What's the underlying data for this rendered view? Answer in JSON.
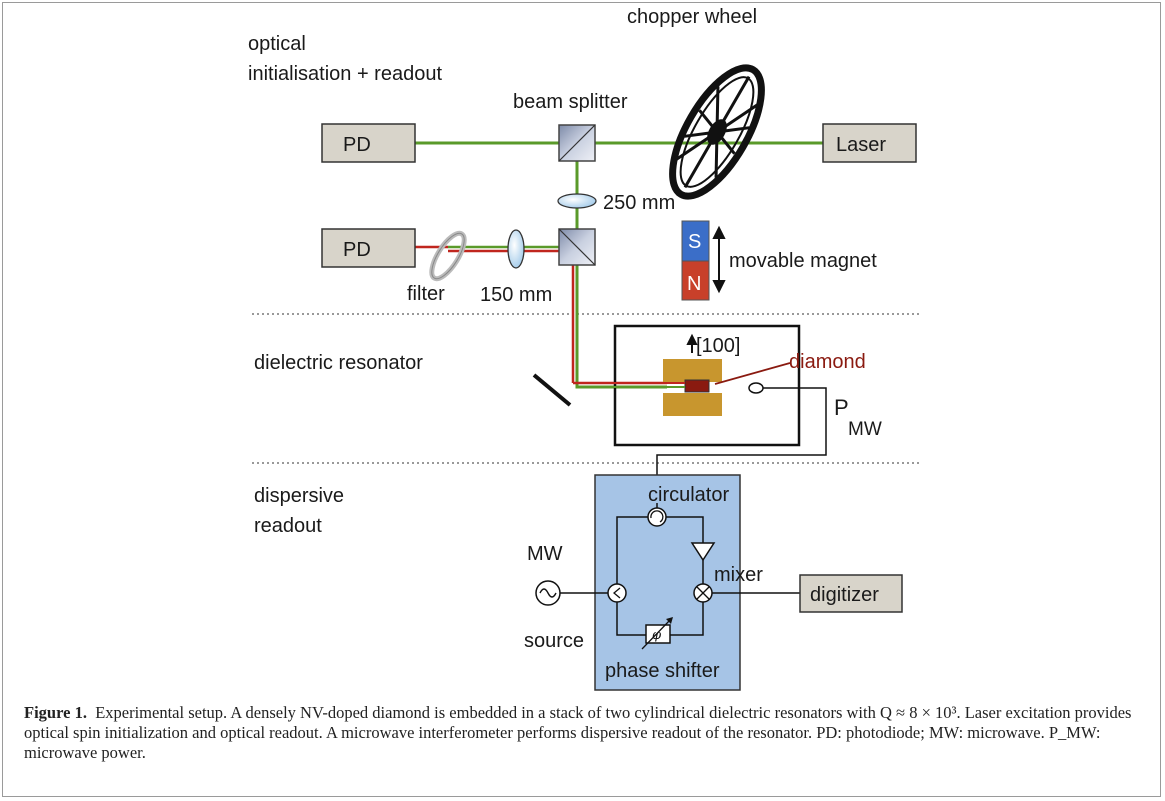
{
  "sections": {
    "optical": [
      "optical",
      "initialisation + readout"
    ],
    "dielectric": "dielectric resonator",
    "dispersive": [
      "dispersive",
      "readout"
    ]
  },
  "components": {
    "pd_top": "PD",
    "pd_bottom": "PD",
    "laser": "Laser",
    "chopper": "chopper wheel",
    "beam_splitter": "beam splitter",
    "lens_250": "250 mm",
    "lens_150": "150 mm",
    "filter": "filter",
    "magnet_s": "S",
    "magnet_n": "N",
    "magnet_label": "movable magnet",
    "crystal_axis": "[100]",
    "diamond": "diamond",
    "pmw_p": "P",
    "pmw_sub": "MW",
    "circulator": "circulator",
    "mw": "MW",
    "source": "source",
    "mixer": "mixer",
    "digitizer": "digitizer",
    "phase_shifter": "phase shifter",
    "phase_symbol": "φ"
  },
  "caption": {
    "label": "Figure 1.",
    "text": "Experimental setup. A densely NV-doped diamond is embedded in a stack of two cylindrical dielectric resonators with Q ≈ 8 × 10³. Laser excitation provides optical spin initialization and optical readout. A microwave interferometer performs dispersive readout of the resonator. PD: photodiode; MW: microwave. P_MW: microwave power."
  },
  "colors": {
    "green_beam": "#5a9a2a",
    "red_beam": "#c0261e",
    "box_fill": "#d8d4ca",
    "readout_fill": "#a6c4e6",
    "magnet_blue": "#3b6ec8",
    "magnet_red": "#c8402a",
    "resonator_gold": "#c8962e",
    "diamond_red": "#8a1a10"
  }
}
